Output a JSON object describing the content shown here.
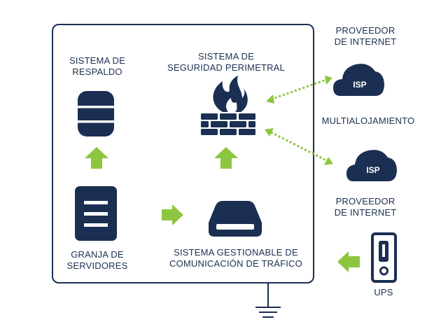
{
  "colors": {
    "navy": "#1b2f52",
    "green": "#8cc63f",
    "white": "#ffffff"
  },
  "nodes": {
    "backup": {
      "label_lines": [
        "SISTEMA DE",
        "RESPALDO"
      ],
      "icon": "database-icon"
    },
    "firewall": {
      "label_lines": [
        "SISTEMA DE",
        "SEGURIDAD PERIMETRAL"
      ],
      "icon": "firewall-icon"
    },
    "server_farm": {
      "label_lines": [
        "GRANJA DE",
        "SERVIDORES"
      ],
      "icon": "server-icon"
    },
    "traffic": {
      "label_lines": [
        "SISTEMA GESTIONABLE DE",
        "COMUNICACIÓN DE TRÁFICO"
      ],
      "icon": "hard-drive-icon"
    },
    "isp_top": {
      "cloud_text": "ISP",
      "label_lines": [
        "PROVEEDOR",
        "DE INTERNET"
      ],
      "icon": "cloud-icon"
    },
    "isp_bottom": {
      "cloud_text": "ISP",
      "label_lines": [
        "PROVEEDOR",
        "DE INTERNET"
      ],
      "icon": "cloud-icon"
    },
    "ups": {
      "label_lines": [
        "UPS"
      ],
      "icon": "ups-icon"
    }
  },
  "multihoming_label": "MULTIALOJAMIENTO"
}
